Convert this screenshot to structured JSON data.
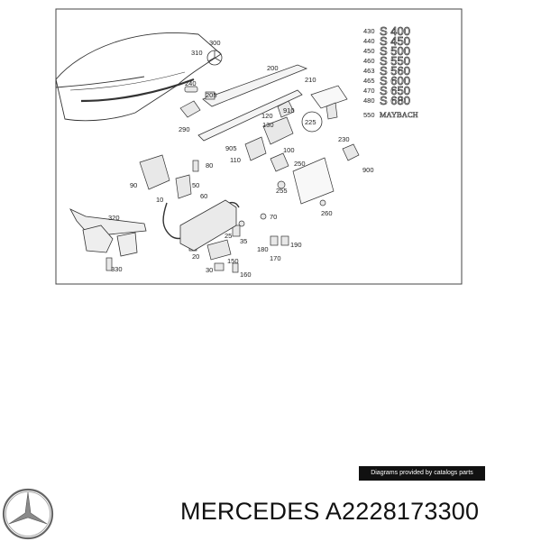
{
  "diagram": {
    "callouts": [
      "300",
      "310",
      "240",
      "205",
      "200",
      "210",
      "290",
      "910",
      "120",
      "130",
      "225",
      "230",
      "905",
      "110",
      "100",
      "900",
      "80",
      "250",
      "90",
      "50",
      "255",
      "10",
      "60",
      "260",
      "320",
      "70",
      "25",
      "35",
      "180",
      "190",
      "20",
      "170",
      "150",
      "330",
      "30",
      "160"
    ],
    "models": [
      {
        "code": "430",
        "badge": "S 400"
      },
      {
        "code": "440",
        "badge": "S 450"
      },
      {
        "code": "450",
        "badge": "S 500"
      },
      {
        "code": "460",
        "badge": "S 550"
      },
      {
        "code": "463",
        "badge": "S 560"
      },
      {
        "code": "465",
        "badge": "S 600"
      },
      {
        "code": "470",
        "badge": "S 650"
      },
      {
        "code": "480",
        "badge": "S 680"
      },
      {
        "code": "550",
        "badge": "MAYBACH"
      }
    ],
    "credit": "Diagrams provided by catalogs parts"
  },
  "footer": {
    "brand": "MERCEDES",
    "part_number": "A2228173300",
    "logo_icon": "mercedes-star-icon"
  }
}
